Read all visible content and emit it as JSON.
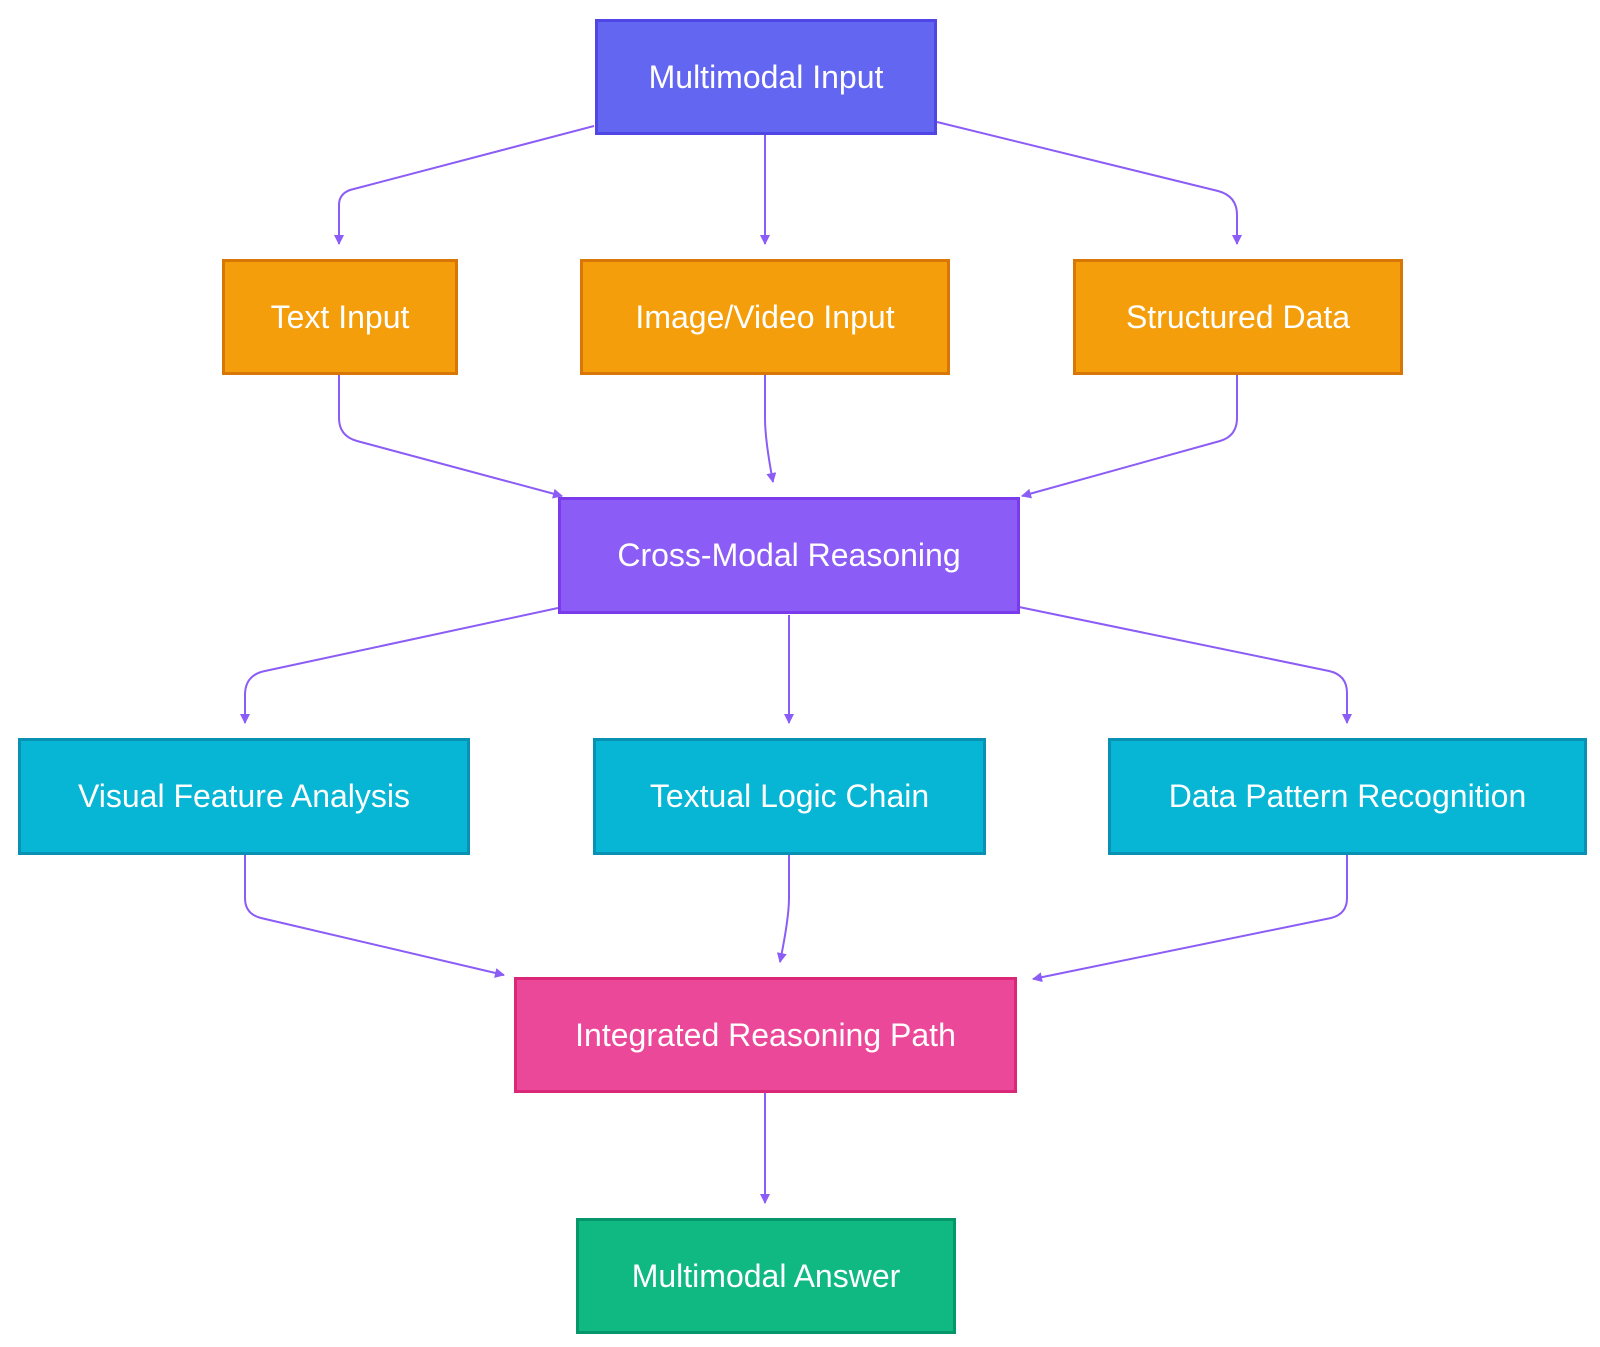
{
  "colors": {
    "edge": "#8b5cf6",
    "input": {
      "fill": "#6366f1",
      "stroke": "#4f46e5"
    },
    "modality": {
      "fill": "#f59e0b",
      "stroke": "#d97706"
    },
    "reasoning": {
      "fill": "#8b5cf6",
      "stroke": "#7c3aed"
    },
    "analysis": {
      "fill": "#06b6d4",
      "stroke": "#0891b2"
    },
    "integration": {
      "fill": "#ec4899",
      "stroke": "#db2777"
    },
    "answer": {
      "fill": "#10b981",
      "stroke": "#059669"
    },
    "text": "#ffffff"
  },
  "nodes": {
    "multimodal_input": "Multimodal Input",
    "text_input": "Text Input",
    "image_video_input": "Image/Video Input",
    "structured_data": "Structured Data",
    "cross_modal_reasoning": "Cross-Modal Reasoning",
    "visual_feature_analysis": "Visual Feature Analysis",
    "textual_logic_chain": "Textual Logic Chain",
    "data_pattern_recognition": "Data Pattern Recognition",
    "integrated_reasoning_path": "Integrated Reasoning Path",
    "multimodal_answer": "Multimodal Answer"
  },
  "edges": [
    {
      "from": "multimodal_input",
      "to": "text_input"
    },
    {
      "from": "multimodal_input",
      "to": "image_video_input"
    },
    {
      "from": "multimodal_input",
      "to": "structured_data"
    },
    {
      "from": "text_input",
      "to": "cross_modal_reasoning"
    },
    {
      "from": "image_video_input",
      "to": "cross_modal_reasoning"
    },
    {
      "from": "structured_data",
      "to": "cross_modal_reasoning"
    },
    {
      "from": "cross_modal_reasoning",
      "to": "visual_feature_analysis"
    },
    {
      "from": "cross_modal_reasoning",
      "to": "textual_logic_chain"
    },
    {
      "from": "cross_modal_reasoning",
      "to": "data_pattern_recognition"
    },
    {
      "from": "visual_feature_analysis",
      "to": "integrated_reasoning_path"
    },
    {
      "from": "textual_logic_chain",
      "to": "integrated_reasoning_path"
    },
    {
      "from": "data_pattern_recognition",
      "to": "integrated_reasoning_path"
    },
    {
      "from": "integrated_reasoning_path",
      "to": "multimodal_answer"
    }
  ]
}
